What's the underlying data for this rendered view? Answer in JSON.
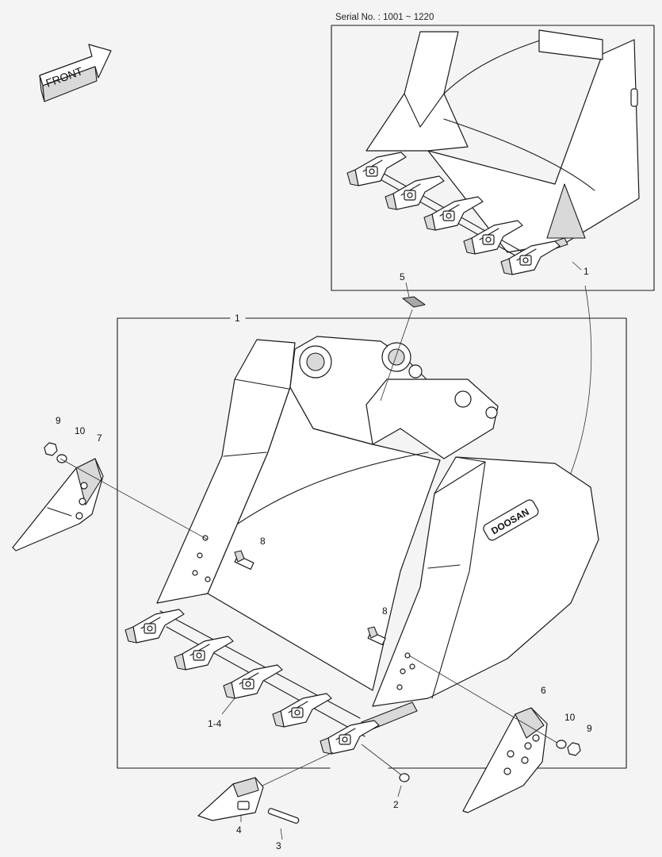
{
  "serial_label": "Serial No. : 1001 ~ 1220",
  "front_label": "FRONT",
  "brand_mark": "DOOSAN",
  "callouts": {
    "inset_assembly": "1",
    "main_assembly": "1",
    "bolt_pin_retainer": "2",
    "tooth_pin": "3",
    "tooth_point": "4",
    "decal": "5",
    "side_cutter_right": "6",
    "side_cutter_left": "7",
    "bolt_upper": "8",
    "bolt_lower": "8",
    "nut_left": "9",
    "nut_right": "9",
    "washer_left": "10",
    "washer_right": "10",
    "tooth_adapter_set": "1-4"
  }
}
